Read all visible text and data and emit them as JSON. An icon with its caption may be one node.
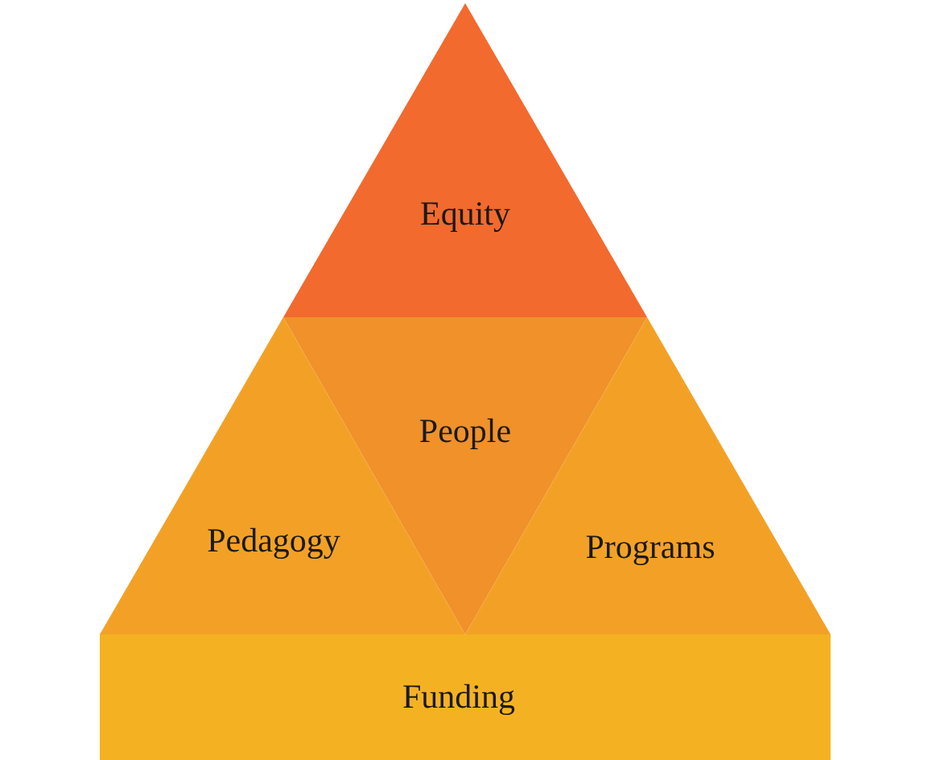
{
  "diagram": {
    "nodes": [
      {
        "text": [
          "Equity"
        ]
      },
      {
        "text": [
          "People"
        ]
      },
      {
        "text": [
          "Pedagogy"
        ]
      },
      {
        "text": [
          "Programs"
        ]
      },
      {
        "text": [
          "Funding"
        ]
      }
    ]
  }
}
